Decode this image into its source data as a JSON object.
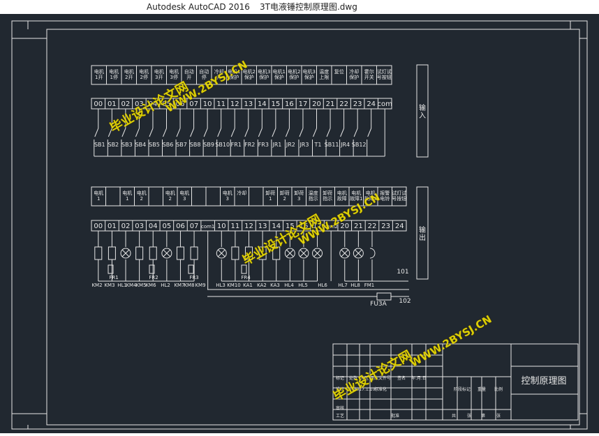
{
  "window": {
    "app": "Autodesk AutoCAD 2016",
    "file": "3T电液锤控制原理图.dwg"
  },
  "input_section": {
    "side_label": "输\n入",
    "headers": [
      "电机\n1开",
      "电机\n1停",
      "电机\n2开",
      "电机\n2停",
      "电机\n3开",
      "电机\n3停",
      "自动\n开",
      "自动\n停",
      "冷却\n开",
      "电机1\n保护",
      "电机2\n保护",
      "电机3\n保护",
      "电机1\n保护",
      "电机2\n保护",
      "电机3\n保护",
      "温度\n上限",
      "复位",
      "冷却\n保护",
      "霍尔\n开关",
      "试灯试\n号按钮"
    ],
    "terminals": [
      "00",
      "01",
      "02",
      "03",
      "04",
      "05",
      "06",
      "07",
      "10",
      "11",
      "12",
      "13",
      "14",
      "15",
      "16",
      "17",
      "20",
      "21",
      "22",
      "23",
      "24",
      "com"
    ],
    "devices": [
      "SB1",
      "SB2",
      "SB3",
      "SB4",
      "SB5",
      "SB6",
      "SB7",
      "SB8",
      "SB9",
      "SB10",
      "FR1",
      "FR2",
      "FR3",
      "JR1",
      "JR2",
      "JR3",
      "T1",
      "SB11",
      "JR4",
      "SB12"
    ]
  },
  "output_section": {
    "side_label": "输\n出",
    "headers": [
      "电机\n1",
      "",
      "电机\n1",
      "电机\n2",
      "",
      "电机\n2",
      "电机\n3",
      "",
      "",
      "电机\n3",
      "冷却",
      "",
      "卸荷\n1",
      "卸荷\n2",
      "卸荷\n3",
      "温度\n指示",
      "卸荷\n指示",
      "电机\n故障",
      "电机\n故障1",
      "电机\n故障2",
      "报警\n电铃",
      "试灯试\n号按钮"
    ],
    "terminals": [
      "00",
      "01",
      "02",
      "03",
      "04",
      "05",
      "06",
      "07",
      "com1",
      "10",
      "11",
      "12",
      "13",
      "14",
      "15",
      "16",
      "17",
      "com2",
      "20",
      "21",
      "22",
      "23",
      "24"
    ],
    "devices": [
      "KM2",
      "KM3",
      "HL1",
      "KM4",
      "KM5",
      "KM6",
      "HL2",
      "KM7",
      "KM8",
      "KM9",
      "HL3",
      "KM10",
      "KA1",
      "KA2",
      "KA3",
      "HL4",
      "HL5",
      "HL6",
      "HL7",
      "HL8",
      "FM1"
    ],
    "relay_labels": [
      "FR1",
      "FR2",
      "FR3",
      "FR4"
    ],
    "line_labels": [
      "101",
      "102"
    ],
    "fuse_label": "FU3A"
  },
  "title_block": {
    "drawing_title": "控制原理图",
    "row_labels": [
      "标记",
      "处数",
      "分区",
      "更改文件号",
      "签名",
      "年.月.日"
    ],
    "row2_labels": [
      "设计",
      "刘东",
      "2017.1.10",
      "标准化"
    ],
    "row3_labels": [
      "审核"
    ],
    "row4_labels": [
      "工艺",
      "批准"
    ],
    "stage_labels": [
      "阶段标记",
      "重量",
      "比例"
    ],
    "sheet_labels": [
      "共",
      "张",
      "第",
      "张"
    ]
  },
  "watermarks": [
    {
      "text": "毕业设计论文网",
      "url": "WWW.2BYSJ.CN"
    }
  ],
  "colors": {
    "background": "#212830",
    "lines": "#e6e6e6",
    "watermark": "#f0e000"
  }
}
